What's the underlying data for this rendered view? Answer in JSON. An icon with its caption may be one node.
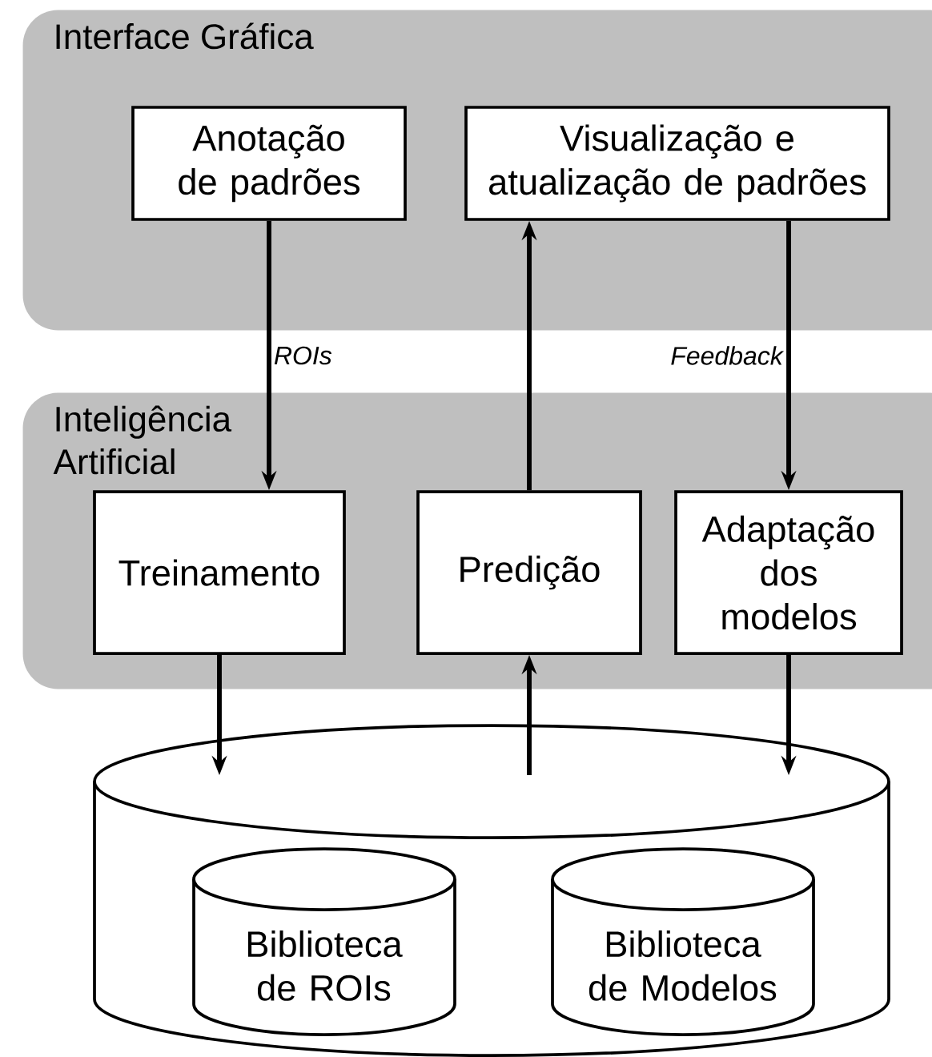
{
  "diagram": {
    "nodes": [
      {
        "text": [
          "Interface Gráfica"
        ]
      },
      {
        "text": [
          "Anotação de padrões"
        ],
        "in": 0
      },
      {
        "text": [
          "Visualização e atualização de padrões"
        ],
        "in": 0
      },
      {
        "text": [
          "Inteligência Artificial"
        ]
      },
      {
        "text": [
          "Treinamento"
        ],
        "in": 3
      },
      {
        "text": [
          "Predição"
        ],
        "in": 3
      },
      {
        "text": [
          "Adaptação dos modelos"
        ],
        "in": 3
      },
      {
        "text": [],
        "shape": "cylinder"
      },
      {
        "text": [
          "Biblioteca de ROIs"
        ],
        "in": 7
      },
      {
        "text": [
          "Biblioteca de Modelos"
        ],
        "in": 7
      }
    ],
    "edges": [
      {
        "from": 1,
        "to": 4,
        "arrow": "to",
        "label": "*ROIs*"
      },
      {
        "from": 5,
        "to": 2,
        "arrow": "to"
      },
      {
        "from": 2,
        "to": 6,
        "arrow": "to",
        "label": "*Feedback*"
      },
      {
        "from": 4,
        "to": 7,
        "arrow": "to"
      },
      {
        "from": 7,
        "to": 5,
        "arrow": "to"
      },
      {
        "from": 6,
        "to": 7,
        "arrow": "to"
      }
    ]
  }
}
